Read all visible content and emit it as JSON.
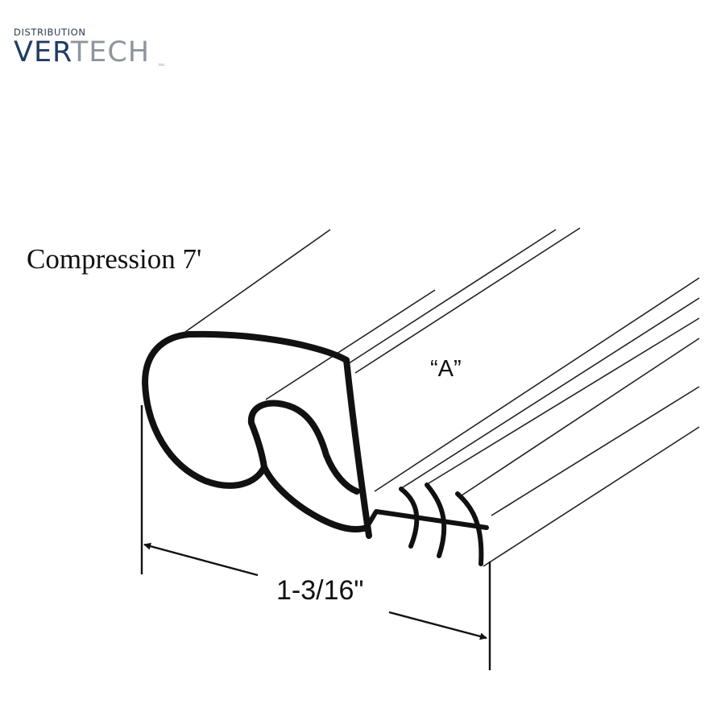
{
  "logo": {
    "top_text": "DISTRIBUTION",
    "main_text_dark": "VER",
    "main_text_light": "TECH",
    "suffix": "inc.",
    "colors": {
      "dark": "#1f3d66",
      "light": "#8e959e"
    }
  },
  "diagram": {
    "caption": "Compression 7'",
    "region_label": "“A”",
    "dimension_label": "1-3/16\""
  }
}
